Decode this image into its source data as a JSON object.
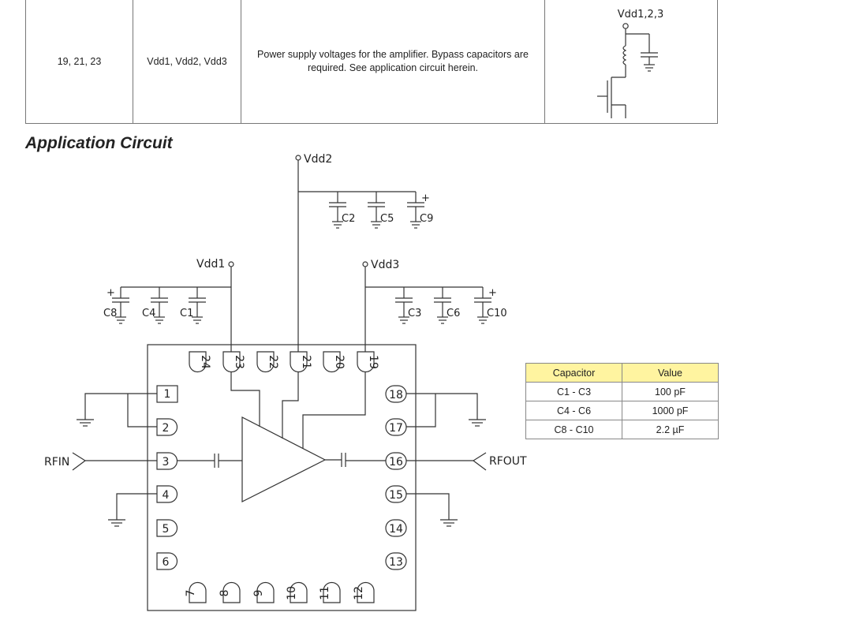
{
  "pin_table": {
    "pins": "19, 21, 23",
    "function": "Vdd1, Vdd2, Vdd3",
    "description": "Power supply voltages for the amplifier. Bypass capacitors are required. See application circuit herein.",
    "schematic_label": "Vdd1,2,3"
  },
  "section_title": "Application Circuit",
  "circuit": {
    "vdd1": "Vdd1",
    "vdd2": "Vdd2",
    "vdd3": "Vdd3",
    "rfin": "RFIN",
    "rfout": "RFOUT",
    "plus_sign": "+",
    "capacitors": {
      "c1": "C1",
      "c2": "C2",
      "c3": "C3",
      "c4": "C4",
      "c5": "C5",
      "c6": "C6",
      "c8": "C8",
      "c9": "C9",
      "c10": "C10"
    },
    "pins": {
      "p1": "1",
      "p2": "2",
      "p3": "3",
      "p4": "4",
      "p5": "5",
      "p6": "6",
      "p7": "7",
      "p8": "8",
      "p9": "9",
      "p10": "10",
      "p11": "11",
      "p12": "12",
      "p13": "13",
      "p14": "14",
      "p15": "15",
      "p16": "16",
      "p17": "17",
      "p18": "18",
      "p19": "19",
      "p20": "20",
      "p21": "21",
      "p22": "22",
      "p23": "23",
      "p24": "24"
    }
  },
  "cap_table": {
    "header": {
      "capacitor": "Capacitor",
      "value": "Value"
    },
    "rows": [
      {
        "capacitor": "C1 - C3",
        "value": "100 pF"
      },
      {
        "capacitor": "C4 - C6",
        "value": "1000 pF"
      },
      {
        "capacitor": "C8 - C10",
        "value": "2.2 µF"
      }
    ]
  },
  "colors": {
    "header_fill": "#fff4a0",
    "line": "#333333"
  }
}
